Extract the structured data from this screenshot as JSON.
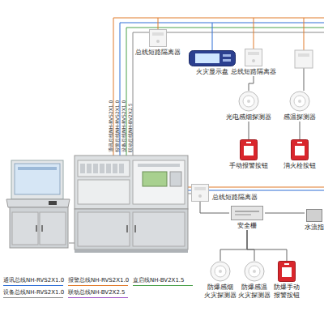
{
  "diagram": {
    "nodes": [
      {
        "text": [
          "总线短路隔离器"
        ]
      },
      {
        "text": [
          "火灾显示盘"
        ]
      },
      {
        "text": [
          "总线短路隔离器"
        ]
      },
      {
        "text": [
          "光电感烟探测器"
        ]
      },
      {
        "text": [
          "感温探测器"
        ]
      },
      {
        "text": [
          "手动报警按钮"
        ]
      },
      {
        "text": [
          "消火栓按钮"
        ]
      },
      {
        "text": [
          "总线短路隔离器"
        ]
      },
      {
        "text": [
          "安全栅"
        ]
      },
      {
        "text": [
          "水流指"
        ]
      },
      {
        "text": [
          "防爆感烟 火灾探测器"
        ]
      },
      {
        "text": [
          "防爆感温 火灾探测器"
        ]
      },
      {
        "text": [
          "防爆手动 报警按钮"
        ]
      }
    ],
    "edges": [
      {
        "from": 2,
        "to": 3,
        "arrow": "none"
      },
      {
        "from": 3,
        "to": 5,
        "arrow": "none"
      },
      {
        "from": 4,
        "to": 6,
        "arrow": "none"
      },
      {
        "from": 7,
        "to": 8,
        "arrow": "none"
      },
      {
        "from": 8,
        "to": 9,
        "arrow": "none"
      },
      {
        "from": 8,
        "to": 10,
        "arrow": "none"
      },
      {
        "from": 8,
        "to": 11,
        "arrow": "none"
      },
      {
        "from": 8,
        "to": 12,
        "arrow": "none"
      }
    ],
    "labels": [
      "通讯总线NH-RVS2X1.0",
      "报警总线NH-RVS2X1.0",
      "设备总线NH-RVS2X1.0",
      "联动总线NH-BV2X2.5"
    ],
    "legend": [
      {
        "text": "通讯总线NH-RVS2X1.0"
      },
      {
        "text": "报警总线NH-RVS2X1.0"
      },
      {
        "text": "直启线NH-BV2X1.5"
      },
      {
        "text": "设备总线NH-RVS2X1.0"
      },
      {
        "text": "联动总线NH-BV2X2.5"
      }
    ]
  }
}
